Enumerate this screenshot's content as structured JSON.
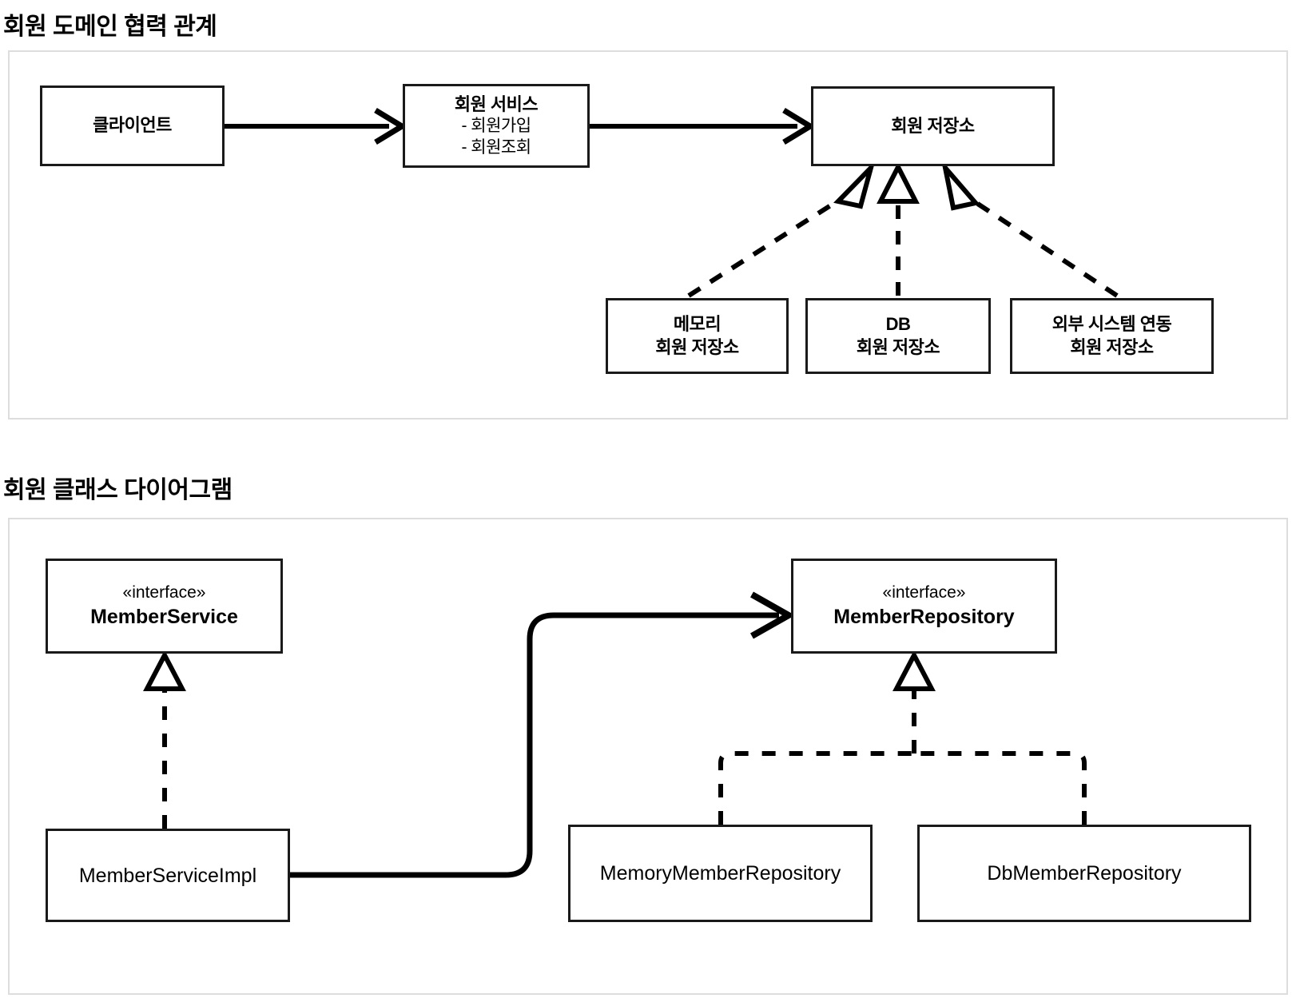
{
  "sections": [
    {
      "title": "회원 도메인 협력 관계",
      "diagram_type": "collaboration",
      "nodes": {
        "client": {
          "label": "클라이언트"
        },
        "member_service": {
          "title": "회원 서비스",
          "items": [
            "- 회원가입",
            "- 회원조회"
          ]
        },
        "member_repository": {
          "label": "회원 저장소"
        },
        "memory_repository": {
          "line1": "메모리",
          "line2": "회원 저장소"
        },
        "db_repository": {
          "line1": "DB",
          "line2": "회원 저장소"
        },
        "external_repository": {
          "line1": "외부 시스템 연동",
          "line2": "회원 저장소"
        }
      },
      "edges": [
        {
          "from": "client",
          "to": "member_service",
          "style": "solid",
          "arrow": "open"
        },
        {
          "from": "member_service",
          "to": "member_repository",
          "style": "solid",
          "arrow": "open"
        },
        {
          "from": "memory_repository",
          "to": "member_repository",
          "style": "dashed",
          "arrow": "hollow-triangle"
        },
        {
          "from": "db_repository",
          "to": "member_repository",
          "style": "dashed",
          "arrow": "hollow-triangle"
        },
        {
          "from": "external_repository",
          "to": "member_repository",
          "style": "dashed",
          "arrow": "hollow-triangle"
        }
      ]
    },
    {
      "title": "회원 클래스 다이어그램",
      "diagram_type": "class",
      "nodes": {
        "i_member_service": {
          "stereotype": "«interface»",
          "name": "MemberService"
        },
        "i_member_repository": {
          "stereotype": "«interface»",
          "name": "MemberRepository"
        },
        "member_service_impl": {
          "name": "MemberServiceImpl"
        },
        "memory_member_repository": {
          "name": "MemoryMemberRepository"
        },
        "db_member_repository": {
          "name": "DbMemberRepository"
        }
      },
      "edges": [
        {
          "from": "member_service_impl",
          "to": "i_member_service",
          "style": "dashed",
          "arrow": "hollow-triangle"
        },
        {
          "from": "member_service_impl",
          "to": "i_member_repository",
          "style": "solid",
          "arrow": "open"
        },
        {
          "from": "memory_member_repository",
          "to": "i_member_repository",
          "style": "dashed",
          "arrow": "hollow-triangle"
        },
        {
          "from": "db_member_repository",
          "to": "i_member_repository",
          "style": "dashed",
          "arrow": "hollow-triangle"
        }
      ]
    }
  ],
  "colors": {
    "node_border": "#1a1a1a",
    "panel_border": "#dddddd",
    "background": "#ffffff",
    "text": "#000000",
    "edge": "#000000"
  }
}
